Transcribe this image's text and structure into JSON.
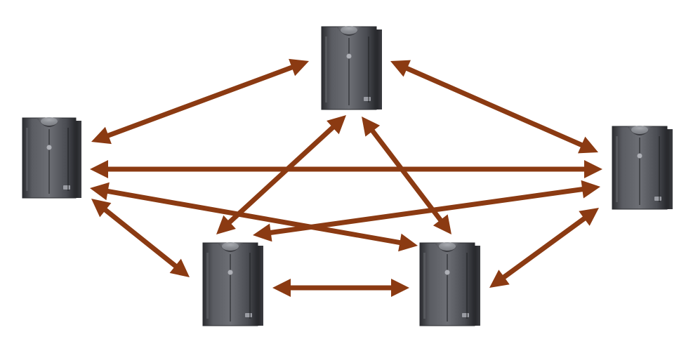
{
  "diagram": {
    "type": "full-mesh-network",
    "colors": {
      "background": "#ffffff",
      "arrow": "#8b3a12",
      "server_body": "#4a4c52",
      "server_dark": "#2b2c30",
      "server_highlight": "#9a9ca3"
    },
    "nodes": [
      {
        "id": "server-top",
        "icon": "server-tower-icon"
      },
      {
        "id": "server-left",
        "icon": "server-tower-icon"
      },
      {
        "id": "server-right",
        "icon": "server-tower-icon"
      },
      {
        "id": "server-bottom-left",
        "icon": "server-tower-icon"
      },
      {
        "id": "server-bottom-right",
        "icon": "server-tower-icon"
      }
    ],
    "connections": [
      {
        "from": "server-left",
        "to": "server-top",
        "bidirectional": true
      },
      {
        "from": "server-top",
        "to": "server-right",
        "bidirectional": true
      },
      {
        "from": "server-left",
        "to": "server-right",
        "bidirectional": true
      },
      {
        "from": "server-top",
        "to": "server-bottom-left",
        "bidirectional": true
      },
      {
        "from": "server-top",
        "to": "server-bottom-right",
        "bidirectional": true
      },
      {
        "from": "server-left",
        "to": "server-bottom-right",
        "bidirectional": true
      },
      {
        "from": "server-right",
        "to": "server-bottom-left",
        "bidirectional": true
      },
      {
        "from": "server-left",
        "to": "server-bottom-left",
        "bidirectional": true
      },
      {
        "from": "server-bottom-left",
        "to": "server-bottom-right",
        "bidirectional": true
      },
      {
        "from": "server-right",
        "to": "server-bottom-right",
        "bidirectional": true
      }
    ]
  }
}
